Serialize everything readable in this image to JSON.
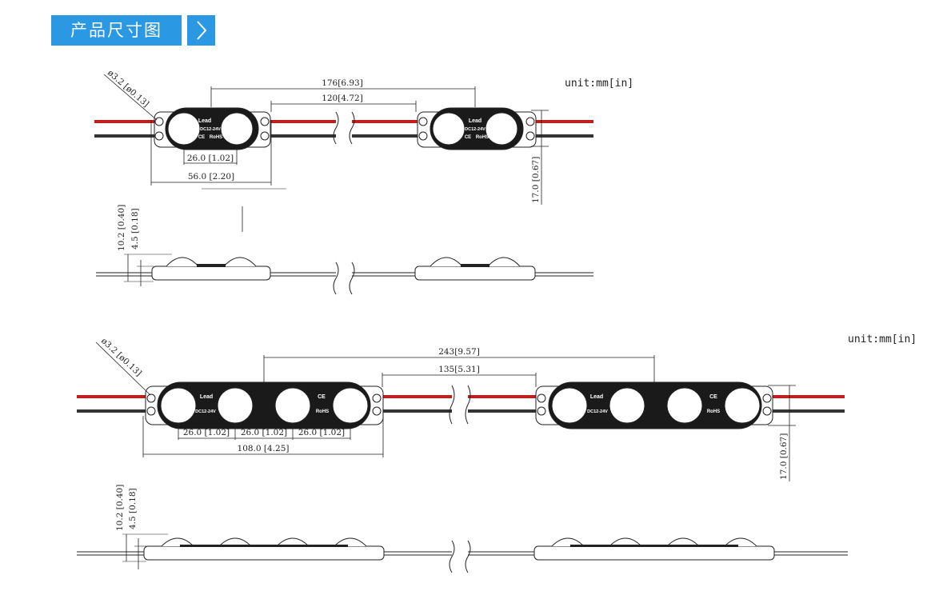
{
  "header": {
    "title": "产品尺寸图",
    "arrow_icon": "chevron-right-icon"
  },
  "colors": {
    "accent": "#2a98e3",
    "wire_red": "#c0201c",
    "wire_black": "#333333"
  },
  "unit_label": "unit:mm[in]",
  "module_top": {
    "wire_dia": "ø3.2 [ø0.13]",
    "pitch_total": "176[6.93]",
    "gap": "120[4.72]",
    "lens_pitch": "26.0 [1.02]",
    "length": "56.0 [2.20]",
    "width": "17.0 [0.67]",
    "height_total": "10.2 [0.40]",
    "height_body": "4.5 [0.18]",
    "print": {
      "brand": "Lead",
      "voltage": "DC12-24V",
      "ce": "CE",
      "rohs": "RoHS"
    }
  },
  "module_bottom": {
    "wire_dia": "ø3.2 [ø0.13]",
    "pitch_total": "243[9.57]",
    "gap": "135[5.31]",
    "lens_pitch_1": "26.0 [1.02]",
    "lens_pitch_2": "26.0 [1.02]",
    "lens_pitch_3": "26.0 [1.02]",
    "length": "108.0 [4.25]",
    "width": "17.0 [0.67]",
    "height_total": "10.2 [0.40]",
    "height_body": "4.5 [0.18]",
    "print": {
      "brand": "Lead",
      "voltage": "DC12-24V",
      "ce": "CE",
      "rohs": "RoHS"
    }
  }
}
